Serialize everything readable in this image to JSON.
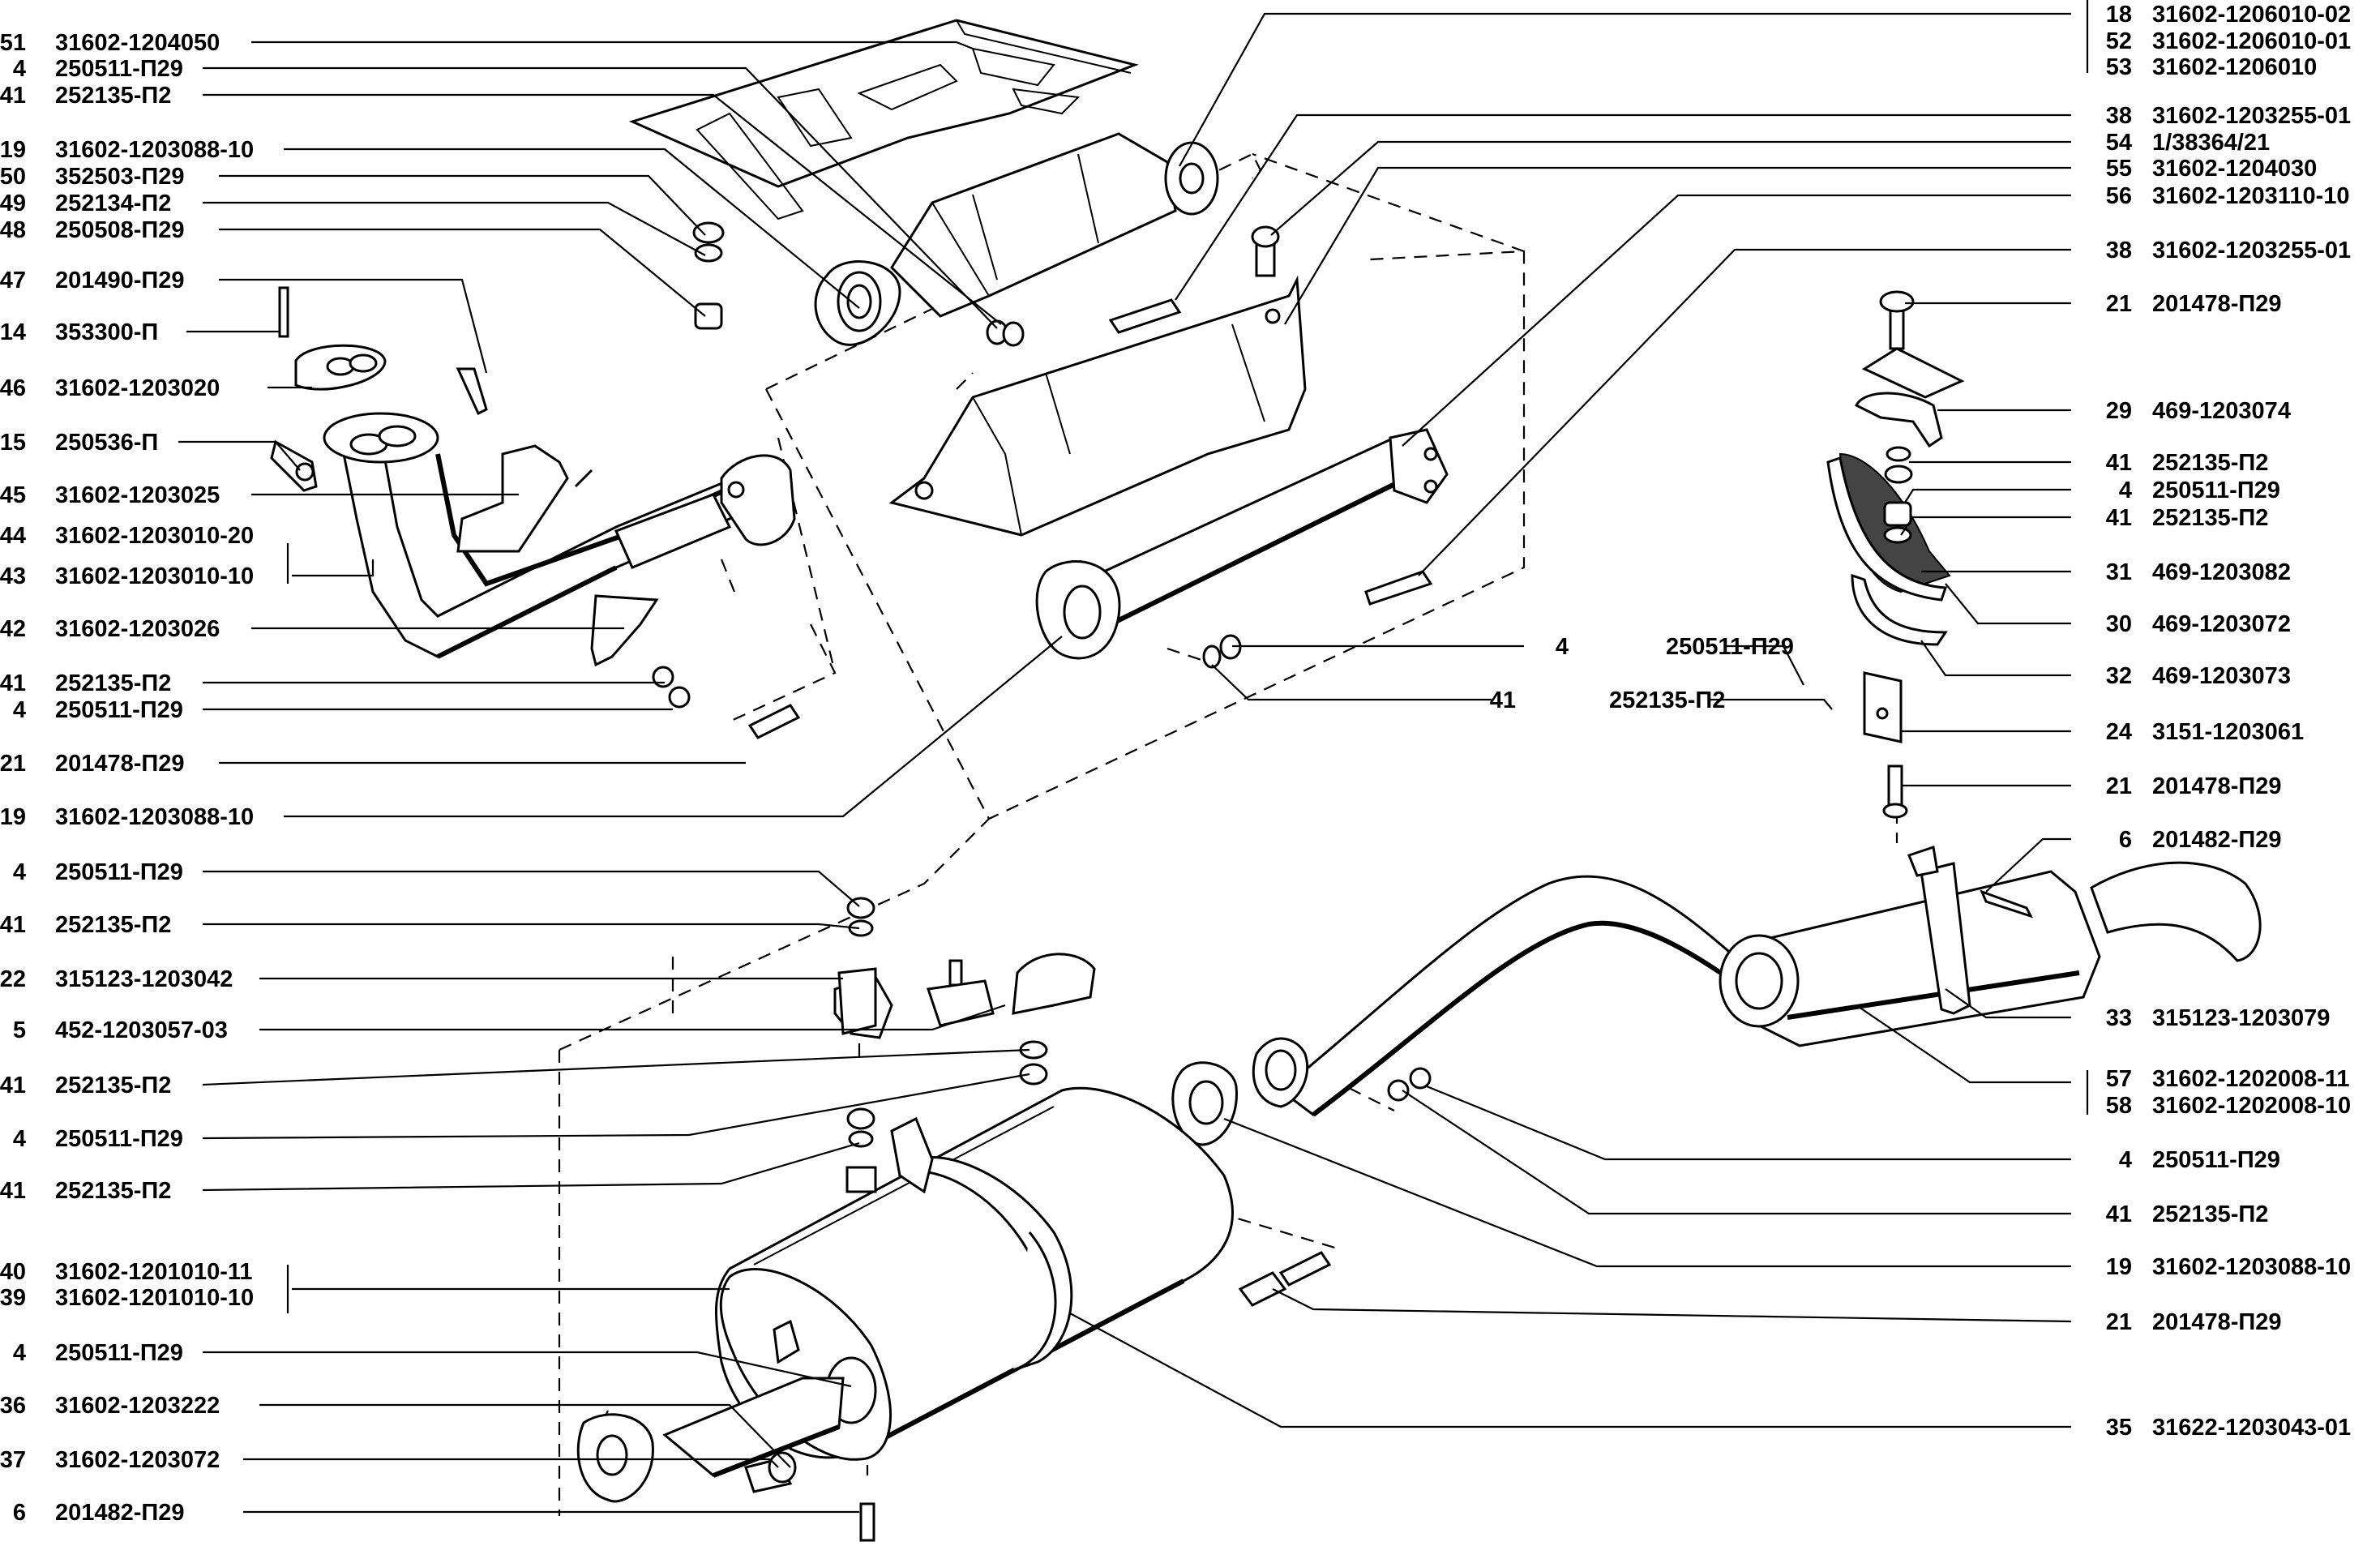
{
  "callouts_left": [
    {
      "num": "51",
      "code": "31602-1204050"
    },
    {
      "num": "4",
      "code": "250511-П29"
    },
    {
      "num": "41",
      "code": "252135-П2"
    },
    {
      "num": "19",
      "code": "31602-1203088-10"
    },
    {
      "num": "50",
      "code": "352503-П29"
    },
    {
      "num": "49",
      "code": "252134-П2"
    },
    {
      "num": "48",
      "code": "250508-П29"
    },
    {
      "num": "47",
      "code": "201490-П29"
    },
    {
      "num": "14",
      "code": "353300-П"
    },
    {
      "num": "46",
      "code": "31602-1203020"
    },
    {
      "num": "15",
      "code": "250536-П"
    },
    {
      "num": "45",
      "code": "31602-1203025"
    },
    {
      "num": "44",
      "code": "31602-1203010-20"
    },
    {
      "num": "43",
      "code": "31602-1203010-10"
    },
    {
      "num": "42",
      "code": "31602-1203026"
    },
    {
      "num": "41",
      "code": "252135-П2"
    },
    {
      "num": "4",
      "code": "250511-П29"
    },
    {
      "num": "21",
      "code": "201478-П29"
    },
    {
      "num": "19",
      "code": "31602-1203088-10"
    },
    {
      "num": "4",
      "code": "250511-П29"
    },
    {
      "num": "41",
      "code": "252135-П2"
    },
    {
      "num": "22",
      "code": "315123-1203042"
    },
    {
      "num": "5",
      "code": "452-1203057-03"
    },
    {
      "num": "41",
      "code": "252135-П2"
    },
    {
      "num": "4",
      "code": "250511-П29"
    },
    {
      "num": "41",
      "code": "252135-П2"
    },
    {
      "num": "40",
      "code": "31602-1201010-11"
    },
    {
      "num": "39",
      "code": "31602-1201010-10"
    },
    {
      "num": "4",
      "code": "250511-П29"
    },
    {
      "num": "36",
      "code": "31602-1203222"
    },
    {
      "num": "37",
      "code": "31602-1203072"
    },
    {
      "num": "6",
      "code": "201482-П29"
    }
  ],
  "callouts_right": [
    {
      "num": "18",
      "code": "31602-1206010-02"
    },
    {
      "num": "52",
      "code": "31602-1206010-01"
    },
    {
      "num": "53",
      "code": "31602-1206010"
    },
    {
      "num": "38",
      "code": "31602-1203255-01"
    },
    {
      "num": "54",
      "code": "1/38364/21"
    },
    {
      "num": "55",
      "code": "31602-1204030"
    },
    {
      "num": "56",
      "code": "31602-1203110-10"
    },
    {
      "num": "38",
      "code": "31602-1203255-01"
    },
    {
      "num": "21",
      "code": "201478-П29"
    },
    {
      "num": "29",
      "code": "469-1203074"
    },
    {
      "num": "41",
      "code": "252135-П2"
    },
    {
      "num": "4",
      "code": "250511-П29"
    },
    {
      "num": "41",
      "code": "252135-П2"
    },
    {
      "num": "31",
      "code": "469-1203082"
    },
    {
      "num": "30",
      "code": "469-1203072"
    },
    {
      "num": "32",
      "code": "469-1203073"
    },
    {
      "num": "24",
      "code": "3151-1203061"
    },
    {
      "num": "21",
      "code": "201478-П29"
    },
    {
      "num": "6",
      "code": "201482-П29"
    },
    {
      "num": "33",
      "code": "315123-1203079"
    },
    {
      "num": "57",
      "code": "31602-1202008-11"
    },
    {
      "num": "58",
      "code": "31602-1202008-10"
    },
    {
      "num": "4",
      "code": "250511-П29"
    },
    {
      "num": "41",
      "code": "252135-П2"
    },
    {
      "num": "19",
      "code": "31602-1203088-10"
    },
    {
      "num": "21",
      "code": "201478-П29"
    },
    {
      "num": "35",
      "code": "31622-1203043-01"
    }
  ],
  "callouts_inline": [
    {
      "num": "4",
      "code": "250511-П29"
    },
    {
      "num": "41",
      "code": "252135-П2"
    }
  ]
}
